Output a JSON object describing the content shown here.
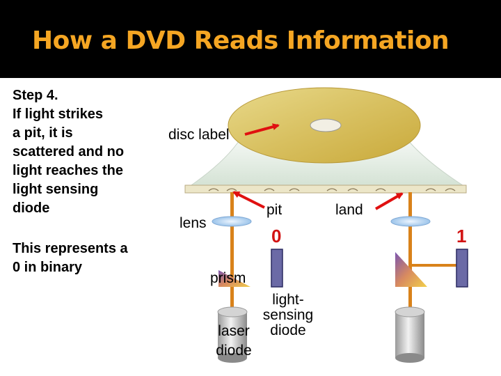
{
  "title": "How a DVD Reads Information",
  "left_text": {
    "step": "Step 4.\nIf light strikes\na pit, it is\nscattered and no\nlight reaches the\nlight sensing\ndiode",
    "binary": "This represents a\n0 in binary"
  },
  "labels": {
    "disc_label": "disc label",
    "lens": "lens",
    "pit": "pit",
    "land": "land",
    "prism": "prism",
    "light_sensing_diode": "light-\nsensing\ndiode",
    "laser_diode": "laser\ndiode"
  },
  "values": {
    "pit_value": "0",
    "land_value": "1"
  },
  "colors": {
    "title": "#f5a623",
    "arrow": "#e01010",
    "digit": "#d21313",
    "sensor": "#6b6aa6",
    "beam": "#d9821a"
  }
}
